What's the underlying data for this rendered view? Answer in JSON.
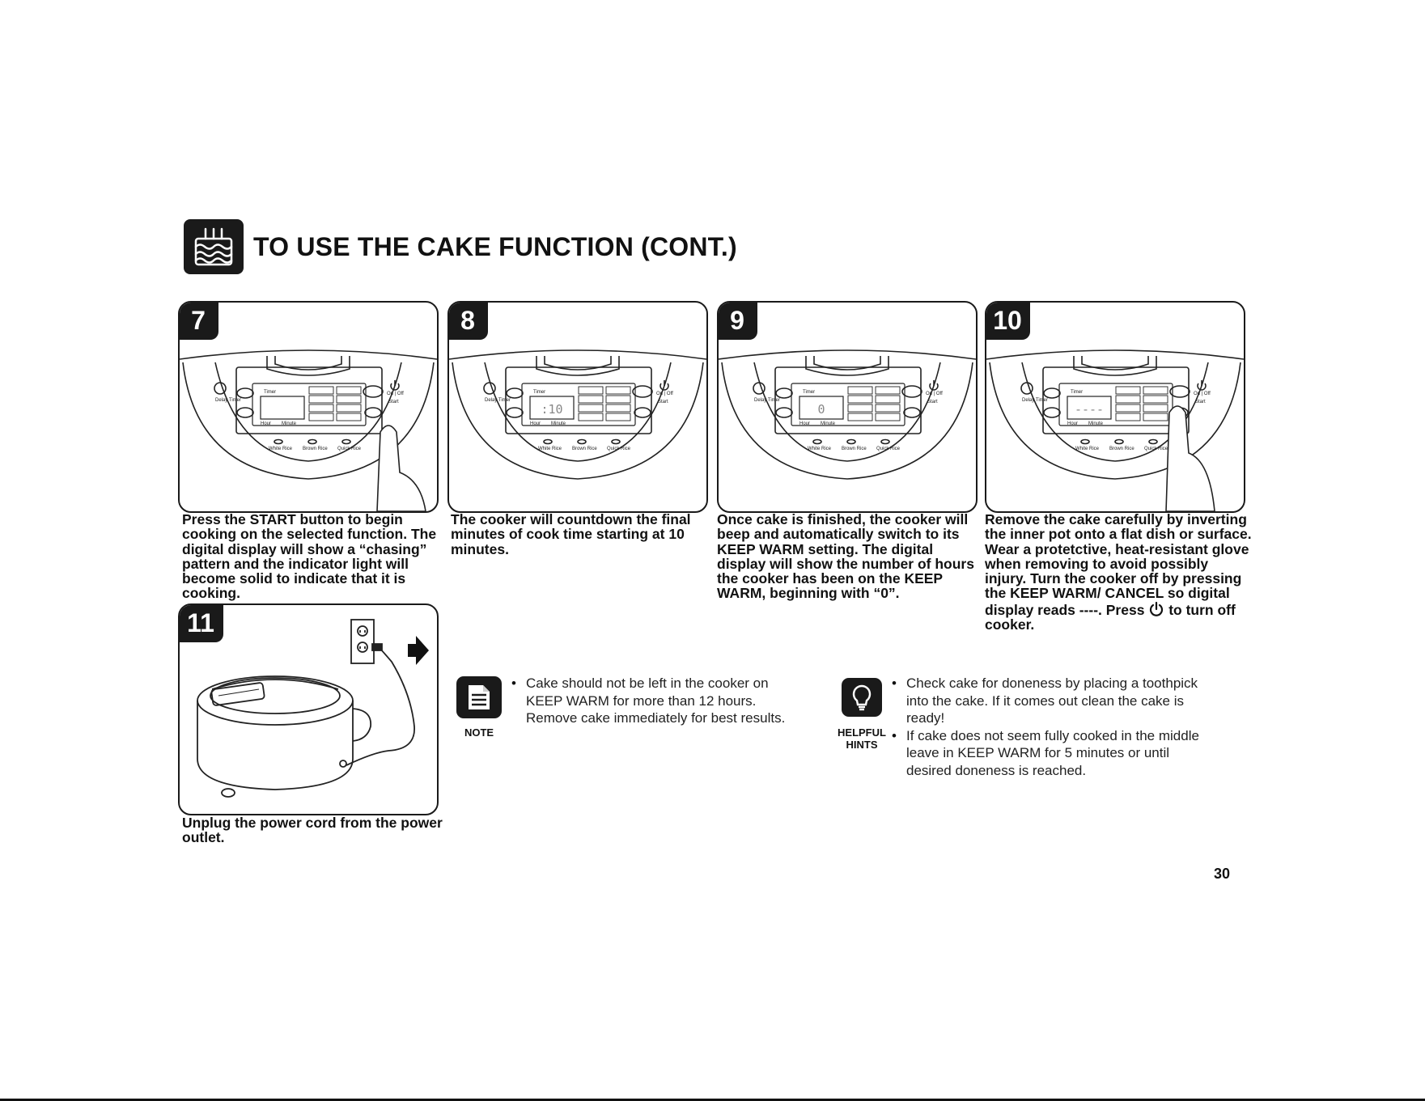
{
  "header": {
    "title": "TO USE THE CAKE FUNCTION (CONT.)",
    "icon": "cake-icon"
  },
  "panel_labels": {
    "delay_timer": "Delay Timer",
    "hour": "Hour",
    "minute": "Minute",
    "timer": "Timer",
    "on_off": "On | Off",
    "start": "Start",
    "white_rice": "White Rice",
    "brown_rice": "Brown Rice",
    "quick_rice": "Quick Rice"
  },
  "steps": [
    {
      "number": "7",
      "display": "",
      "caption": "Press the START button to begin cooking on the selected function. The digital display will show a “chasing” pattern and the indicator light will become solid to indicate that it is cooking."
    },
    {
      "number": "8",
      "display": ":10",
      "caption": "The cooker will countdown the final minutes of cook time starting at 10 minutes."
    },
    {
      "number": "9",
      "display": "0",
      "caption": "Once cake is finished, the cooker will beep and automatically switch to its KEEP WARM setting. The digital display will show the number of hours the cooker has been on the KEEP WARM, beginning with “0”."
    },
    {
      "number": "10",
      "display": "----",
      "caption_before_icon": "Remove the cake carefully by inverting the inner pot onto a flat dish or surface. Wear a protetctive, heat-resistant glove when removing to avoid possibly injury. Turn the cooker off by pressing the KEEP WARM/ CANCEL so digital display reads ----. Press",
      "caption_after_icon": "to turn off cooker."
    },
    {
      "number": "11",
      "caption": "Unplug the power cord from the power outlet."
    }
  ],
  "note": {
    "label": "NOTE",
    "icon": "note-icon",
    "bullets": [
      "Cake should not be left in the cooker on KEEP WARM for more than 12 hours. Remove cake immediately for best results."
    ]
  },
  "hints": {
    "label": "HELPFUL HINTS",
    "icon": "lightbulb-icon",
    "bullets": [
      "Check cake for doneness by placing a toothpick into the cake. If it comes out clean the cake is ready!",
      "If cake does not seem fully cooked in the middle leave in KEEP WARM for 5 minutes or until desired doneness is reached."
    ]
  },
  "page_number": "30"
}
